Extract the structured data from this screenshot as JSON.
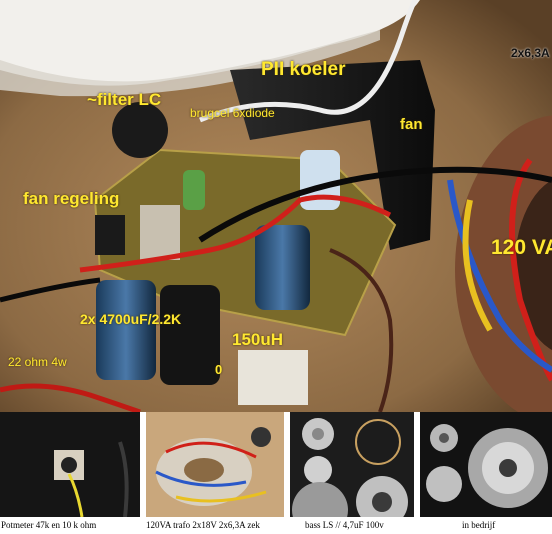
{
  "main_photo": {
    "labels": {
      "pii_koeler": "PII koeler",
      "filter_lc": "~filter LC",
      "brugcel": "brugcel 6xdiode",
      "fan": "fan",
      "fan_regeling": "fan regeling",
      "va120": "120 VA",
      "caps": "2x 4700uF/2.2K",
      "coil": "150uH",
      "resistor": "22 ohm 4w",
      "zero": "0",
      "trafo_spec": "2x6,3A"
    }
  },
  "thumbnails": [
    {
      "caption": "Potmeter 47k en 10 k ohm"
    },
    {
      "caption": "120VA trafo 2x18V 2x6,3A zek"
    },
    {
      "caption": "bass LS // 4,7uF 100v"
    },
    {
      "caption": "in bedrijf"
    }
  ]
}
